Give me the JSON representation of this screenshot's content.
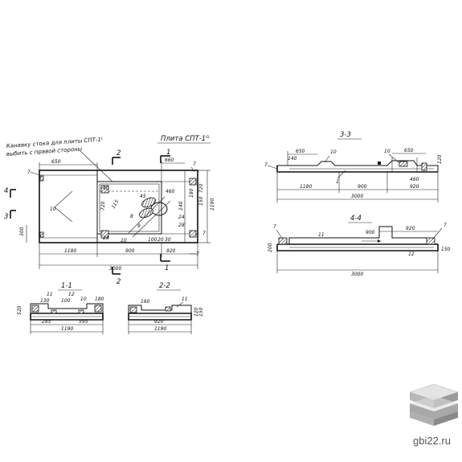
{
  "notes": {
    "line1": "Канавку стока для плиты СПТ-1ᴸ",
    "line2": "выбить с правой стороны"
  },
  "plan": {
    "title": "Плита СПТ-1ᴳ",
    "dims": {
      "total": "3000",
      "d1180": "1180",
      "d900": "900",
      "d920": "920",
      "d650": "650",
      "d660": "660",
      "d460": "460",
      "d720": "720",
      "d1190": "1190",
      "d150": "150",
      "d180": "180",
      "d140": "140",
      "d300": "300",
      "d40": "40",
      "d25": "25",
      "d100": "100",
      "d20": "20",
      "d30": "30",
      "d24": "24",
      "d28": "28",
      "d115": "115",
      "d45": "45"
    },
    "callouts": {
      "c7": "7",
      "c10": "10",
      "c8": "8",
      "c9": "9"
    },
    "section_marks": {
      "s1": "1",
      "s2": "2",
      "s3": "3",
      "s4": "4"
    }
  },
  "section33": {
    "title": "3-3",
    "dims": {
      "d3000": "3000",
      "d1180": "1180",
      "d900": "900",
      "d920": "920",
      "d650": "650",
      "d460": "460",
      "d140": "140",
      "d120": "120"
    },
    "callouts": {
      "c10": "10",
      "c1": "1",
      "c7": "7"
    }
  },
  "section44": {
    "title": "4-4",
    "dims": {
      "d3000": "3000",
      "d900": "900",
      "d920": "920",
      "d150": "150",
      "d200": "200"
    },
    "callouts": {
      "c7": "7",
      "c11": "11",
      "c12": "12"
    }
  },
  "section11": {
    "title": "1-1",
    "dims": {
      "d1190": "1190",
      "d285": "285",
      "d520": "520",
      "d595": "595",
      "d130": "130",
      "d180": "180",
      "d100": "100"
    },
    "callouts": {
      "c11": "11",
      "c12": "12",
      "c10": "10"
    }
  },
  "section22": {
    "title": "2-2",
    "dims": {
      "d1190": "1190",
      "d920": "920",
      "d160": "160",
      "d120": "120",
      "d150": "150"
    },
    "callouts": {
      "c11": "11"
    }
  },
  "watermark": {
    "site": "gbi22.ru"
  },
  "colors": {
    "ink": "#111111",
    "logo_light": "#d8d8d8",
    "logo_mid": "#b0b0b0",
    "logo_dark": "#8a8a8a"
  }
}
